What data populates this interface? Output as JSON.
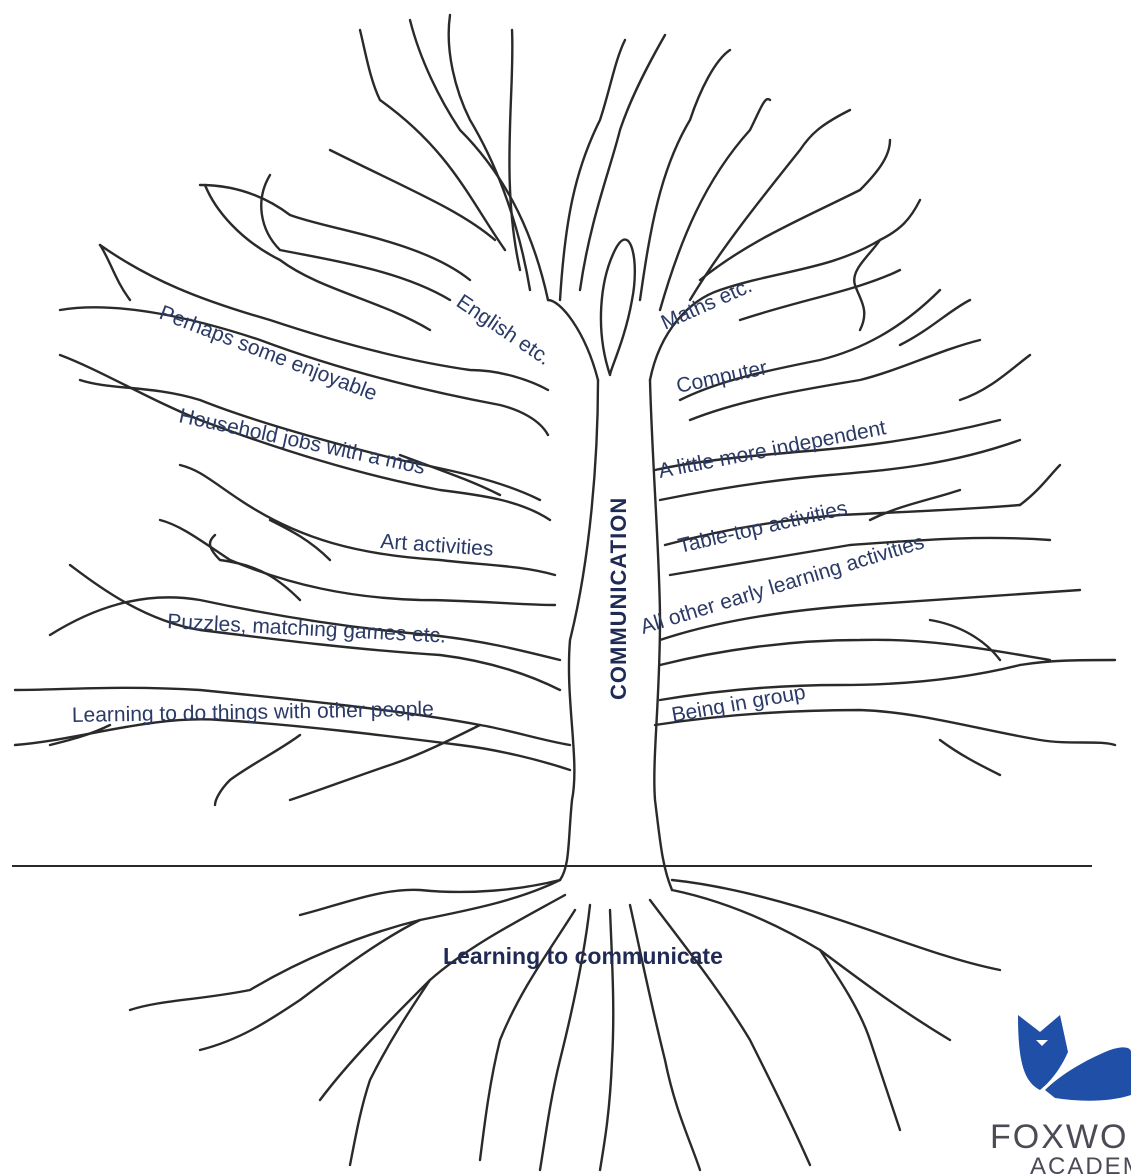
{
  "trunk_label": "COMMUNICATION",
  "roots_label": "Learning to communicate",
  "left_branches": [
    "English etc.",
    "Perhaps some enjoyable",
    "Household jobs with a mos",
    "Art activities",
    "Puzzles, matching games etc.",
    "Learning to do things with other people"
  ],
  "right_branches": [
    "Maths etc.",
    "Computer",
    "A little more independent",
    "Table-top activities",
    "All other early learning activities",
    "Being in group"
  ],
  "logo": {
    "name": "FOXWO",
    "subtitle": "ACADEM",
    "icon": "fox-icon",
    "color": "#1f4fa6"
  }
}
